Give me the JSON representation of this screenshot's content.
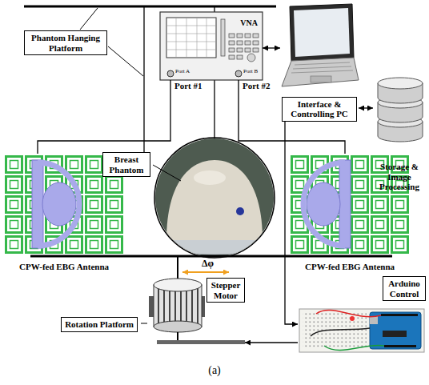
{
  "diagram": {
    "caption": "(a)",
    "nodes": [
      {
        "text": [
          "Phantom Hanging Platform"
        ]
      },
      {
        "text": [
          "VNA"
        ]
      },
      {
        "text": [
          "Interface & Controlling PC"
        ]
      },
      {
        "text": [
          "Storage & Image Processing"
        ]
      },
      {
        "text": [
          "Breast Phantom"
        ]
      },
      {
        "text": [
          "CPW-fed EBG Antenna"
        ]
      },
      {
        "text": [
          "CPW-fed EBG Antenna"
        ]
      },
      {
        "text": [
          "Stepper Motor"
        ]
      },
      {
        "text": [
          "Rotation Platform"
        ]
      },
      {
        "text": [
          "Arduino Control"
        ]
      }
    ],
    "edges": [
      {
        "from": 1,
        "to": 2,
        "arrow": "both"
      },
      {
        "from": 2,
        "to": 3,
        "arrow": "both"
      },
      {
        "from": 1,
        "to": 5,
        "arrow": "none"
      },
      {
        "from": 1,
        "to": 6,
        "arrow": "none"
      },
      {
        "from": 2,
        "to": 9,
        "arrow": "to"
      },
      {
        "from": 9,
        "to": 7,
        "arrow": "to"
      }
    ],
    "labels": [
      "Port A",
      "Port B",
      "Port #1",
      "Port #2",
      "Δφ"
    ]
  }
}
